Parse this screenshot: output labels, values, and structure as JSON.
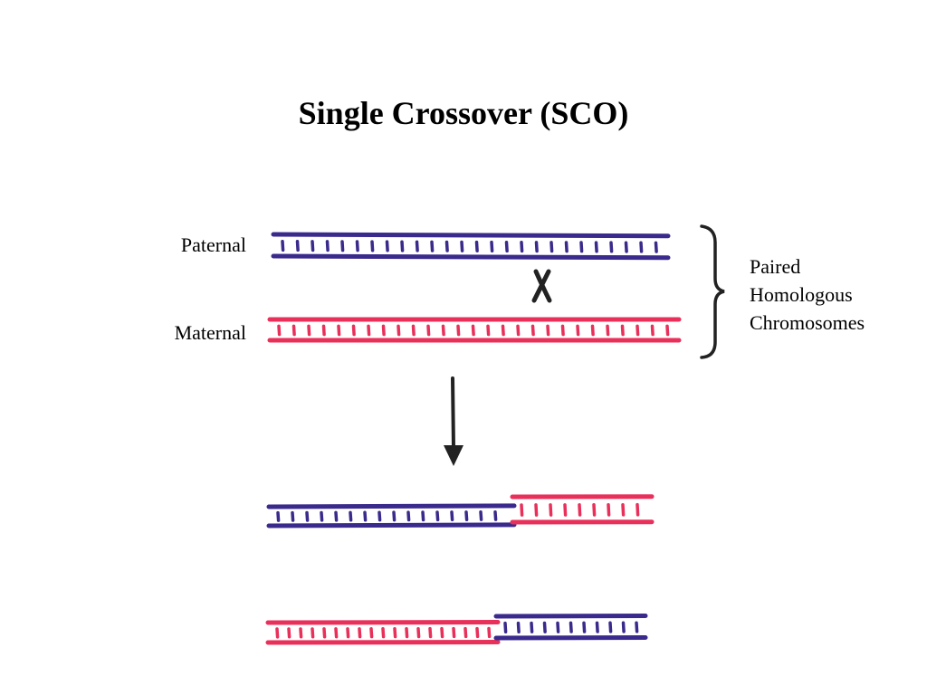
{
  "title": "Single Crossover (SCO)",
  "labels": {
    "paternal": "Paternal",
    "maternal": "Maternal",
    "homologous": [
      "Paired",
      "Homologous",
      "Chromosomes"
    ]
  },
  "colors": {
    "paternal": "#3a2a8c",
    "maternal": "#e8305a",
    "ink": "#222222"
  },
  "symbols": {
    "crossover_mark": "X"
  }
}
